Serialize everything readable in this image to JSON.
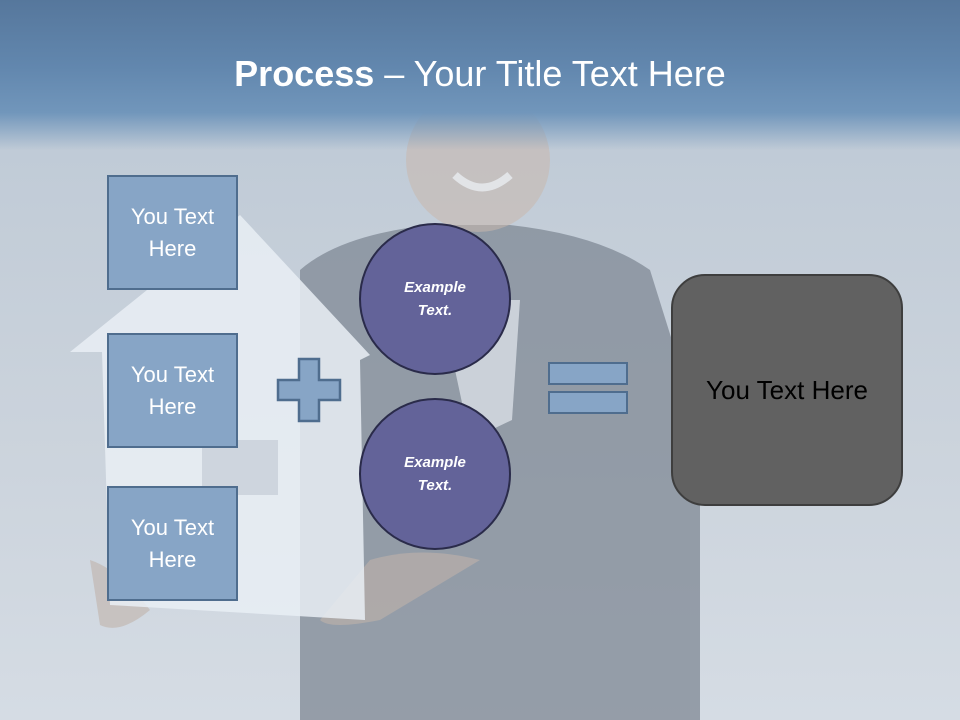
{
  "slide": {
    "title_bold": "Process",
    "title_rest": " – Your Title Text Here",
    "left_boxes": [
      {
        "label": "You Text Here"
      },
      {
        "label": "You Text Here"
      },
      {
        "label": "You Text Here"
      }
    ],
    "circles": [
      {
        "label": "Example Text."
      },
      {
        "label": "Example Text."
      }
    ],
    "result_label": "You Text Here"
  },
  "colors": {
    "title_band": "#6287ae",
    "box_fill": "#87a5c6",
    "circle_fill": "#636399",
    "result_fill": "#616161"
  }
}
